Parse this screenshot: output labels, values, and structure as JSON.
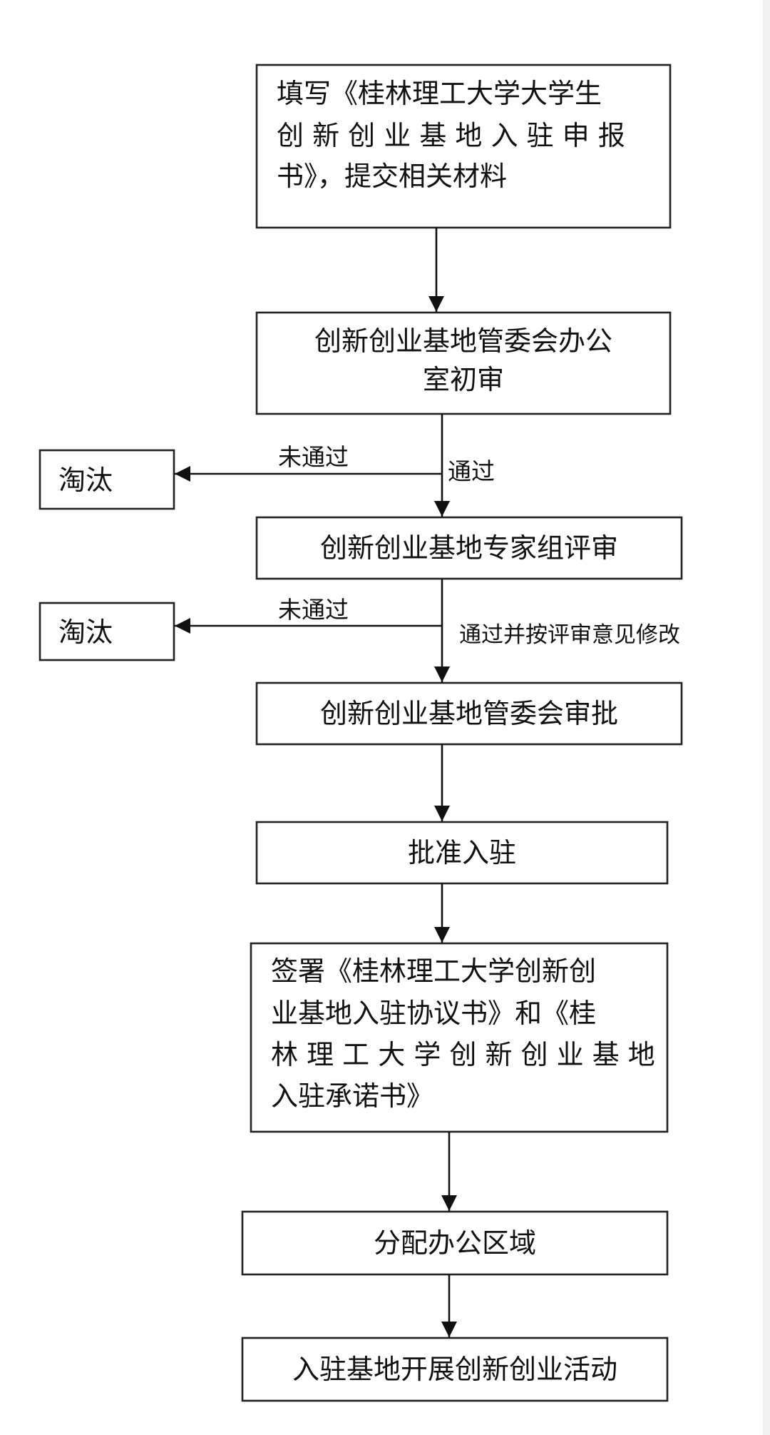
{
  "nodes": {
    "submit": {
      "lines": [
        "填写《桂林理工大学大学生",
        "创 新 创 业 基 地 入 驻 申 报",
        "书》，提交相关材料"
      ]
    },
    "initial_review": {
      "lines": [
        "创新创业基地管委会办公",
        "室初审"
      ]
    },
    "reject_1": {
      "lines": [
        "淘汰"
      ]
    },
    "expert_review": {
      "lines": [
        "创新创业基地专家组评审"
      ]
    },
    "reject_2": {
      "lines": [
        "淘汰"
      ]
    },
    "approval": {
      "lines": [
        "创新创业基地管委会审批"
      ]
    },
    "admit": {
      "lines": [
        "批准入驻"
      ]
    },
    "sign": {
      "lines": [
        "签署《桂林理工大学创新创",
        "业基地入驻协议书》和《桂",
        "林 理 工 大 学 创 新 创 业 基 地",
        "入驻承诺书》"
      ]
    },
    "assign_office": {
      "lines": [
        "分配办公区域"
      ]
    },
    "activities": {
      "lines": [
        "入驻基地开展创新创业活动"
      ]
    }
  },
  "edges": {
    "fail_1": "未通过",
    "pass_1": "通过",
    "fail_2": "未通过",
    "pass_2": "通过并按评审意见修改"
  }
}
